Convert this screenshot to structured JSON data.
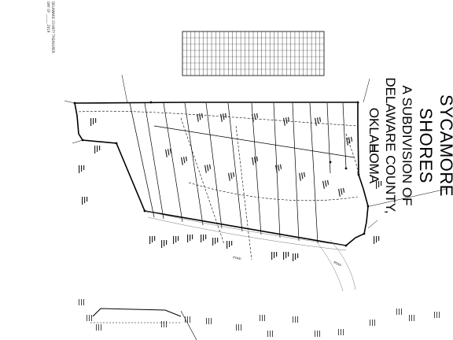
{
  "title_block": {
    "title": "SYCAMORE SHORES",
    "subtitle": "A SUBDIVISION OF",
    "location": "DELAWARE COUNTY, OKLAHOMA"
  },
  "notes": {
    "county": "DELAWARE COUNTY TREASURER",
    "year": "2019",
    "day": "DAY OF"
  },
  "road_labels": [
    "ROAD"
  ],
  "colors": {
    "ink": "#000000",
    "paper": "#ffffff",
    "faint": "#777777"
  }
}
